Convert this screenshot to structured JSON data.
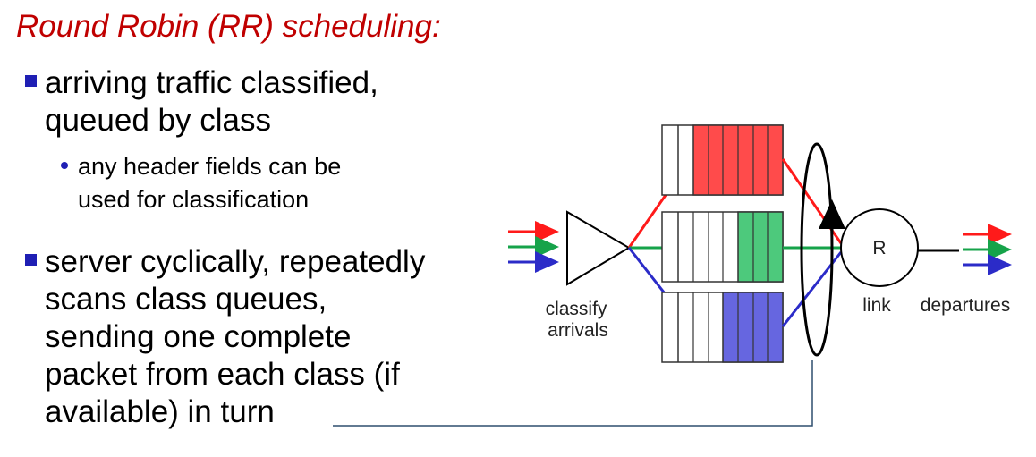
{
  "title": "Round Robin (RR) scheduling:",
  "bullets": [
    {
      "lines": [
        "arriving traffic classified,",
        "queued by class"
      ],
      "sub": [
        "any header fields can be",
        "used for classification"
      ]
    },
    {
      "lines": [
        "server cyclically, repeatedly",
        "scans class queues,",
        "sending one complete",
        "packet from each class (if",
        "available) in turn"
      ]
    }
  ],
  "diagram": {
    "classify_label_1": "classify",
    "classify_label_2": "arrivals",
    "server_label": "R",
    "link_label": "link",
    "departures_label": "departures",
    "colors": {
      "red": "#ff1a1a",
      "green": "#16a34a",
      "blue": "#2b2bc8",
      "red_fill": "#ff4b4b",
      "green_fill": "#4dc97c",
      "blue_fill": "#6666e0"
    },
    "icons": [
      "arrow-icon",
      "triangle-classifier-icon",
      "cycle-arrow-icon"
    ]
  }
}
